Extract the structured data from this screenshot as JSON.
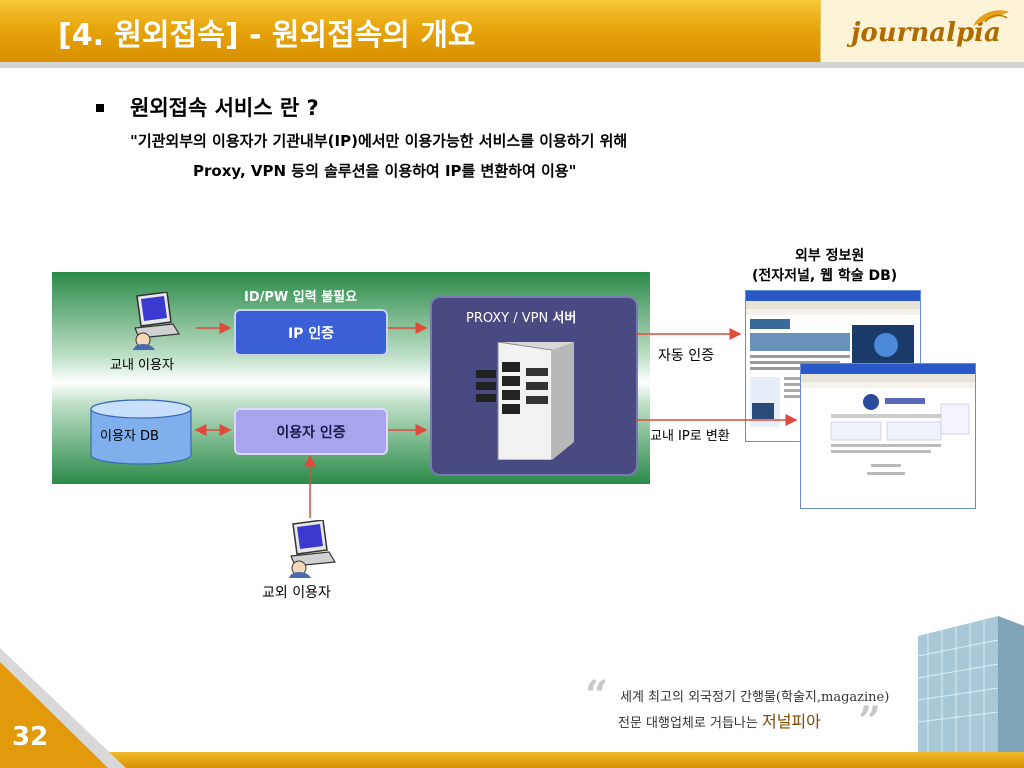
{
  "header": {
    "title": "[4. 원외접속] - 원외접속의 개요",
    "logo": "journalpia"
  },
  "content": {
    "question": "원외접속 서비스 란 ?",
    "line1": "\"기관외부의 이용자가 기관내부(IP)에서만 이용가능한 서비스를 이용하기 위해",
    "line2": "Proxy, VPN 등의 솔루션을 이용하여 IP를 변환하여 이용\""
  },
  "diagram": {
    "idpw_label": "ID/PW 입력 불필요",
    "ip_auth": "IP 인증",
    "user_auth": "이용자 인증",
    "server_prefix": "PROXY / VPN ",
    "server_suffix": "서버",
    "inner_user": "교내 이용자",
    "user_db": "이용자 DB",
    "outer_user": "교외 이용자",
    "auto_auth": "자동 인증",
    "ip_convert": "교내 IP로 변환",
    "external_title1": "외부 정보원",
    "external_title2": "(전자저널, 웹 학술 DB)"
  },
  "footer": {
    "slogan_line1": "세계 최고의 외국정기 간행물(학술지,magazine)",
    "slogan_line2_prefix": "전문 대행업체로 거듭나는 ",
    "slogan_line2_highlight": "저널피아",
    "page_number": "32"
  },
  "colors": {
    "header_gold": "#e7a50c",
    "ip_box": "#3b5fd6",
    "user_auth_box": "#a8a4ee",
    "server_box": "#4a4a82",
    "diagram_green": "#2a8a48",
    "arrow_red": "#e04a3a"
  },
  "icons": [
    "computer-user-icon",
    "database-icon",
    "server-tower-icon",
    "leaf-logo-icon",
    "quote-icon",
    "building-icon"
  ]
}
